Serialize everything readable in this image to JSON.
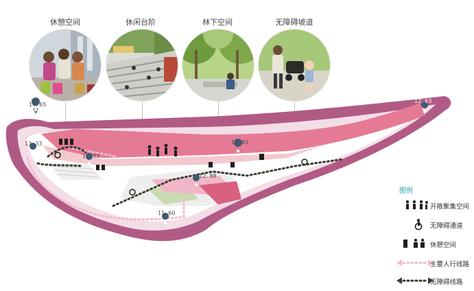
{
  "photos": [
    {
      "label": "休憩空间",
      "icon": "people-sitting-photo"
    },
    {
      "label": "休闲台阶",
      "icon": "steps-photo"
    },
    {
      "label": "林下空间",
      "icon": "trees-photo"
    },
    {
      "label": "无障碍坡道",
      "icon": "stroller-photo"
    }
  ],
  "elevations": [
    "14. 65",
    "13. 33",
    "11. 93",
    "12. 88",
    "14. 83",
    "12. 63",
    "11. 60"
  ],
  "legend": {
    "title": "图例",
    "items": [
      {
        "label": "开敞聚集空间",
        "icon": "people-gathering-icon"
      },
      {
        "label": "无障碍通道",
        "icon": "wheelchair-icon"
      },
      {
        "label": "休憩空间",
        "icon": "seating-people-icon"
      },
      {
        "label": "主要人行线路",
        "icon": "pink-dotted-arrow-icon"
      },
      {
        "label": "无障碍线路",
        "icon": "dark-dotted-arrow-icon"
      }
    ]
  },
  "colors": {
    "outer_band": "#b15a85",
    "inner_pink": "#e57a94",
    "deck": "#f3c8cf",
    "pale": "#f7e8ee",
    "accessible_path": "#3b3b2e",
    "pedestrian_path": "#f4b9cf",
    "legend_title": "#3aa0a8"
  }
}
